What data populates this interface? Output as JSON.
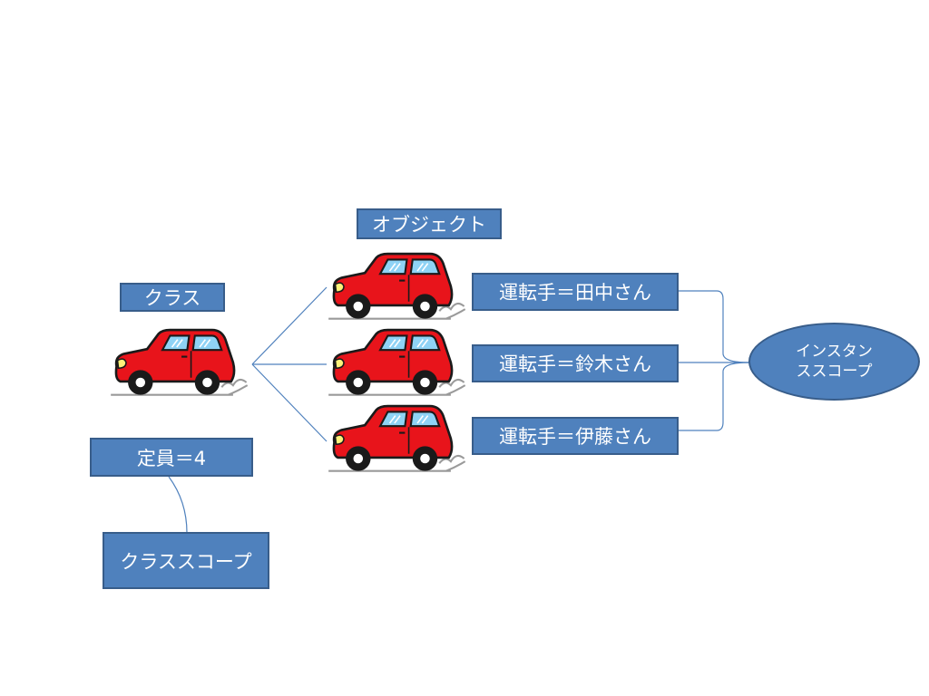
{
  "labels": {
    "class": "クラス",
    "object": "オブジェクト",
    "capacity": "定員＝4",
    "class_scope": "クラススコープ",
    "driver1": "運転手＝田中さん",
    "driver2": "運転手＝鈴木さん",
    "driver3": "運転手＝伊藤さん",
    "instance_scope_line1": "インスタン",
    "instance_scope_line2": "ススコープ"
  },
  "colors": {
    "box_fill": "#4f81bd",
    "box_border": "#385d8a",
    "connector": "#4f81bd",
    "car_body": "#e8141b",
    "car_window": "#8fd3f5"
  },
  "icons": {
    "car": "red-car-icon"
  }
}
